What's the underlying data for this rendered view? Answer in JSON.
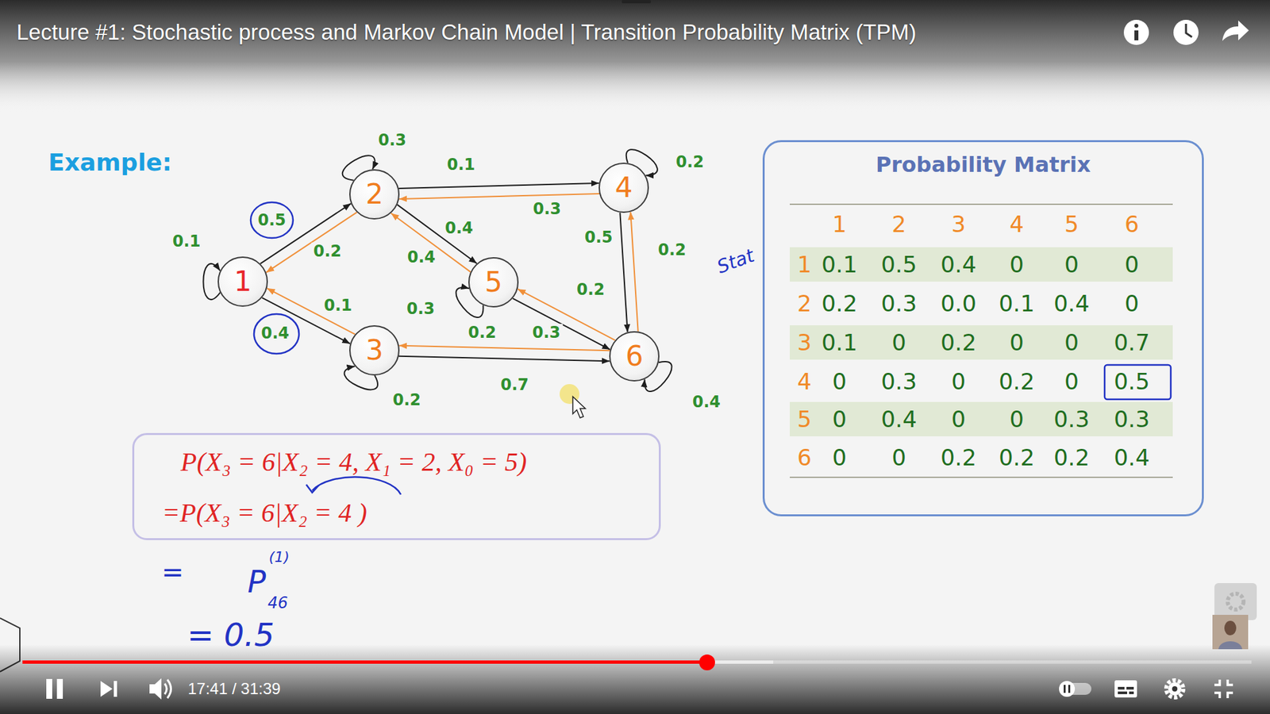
{
  "diagram": {
    "title": "Lecture #1: Stochastic process and Markov Chain Model | Transition Probability Matrix (TPM)",
    "nodes": [
      {
        "text": [
          "1"
        ]
      },
      {
        "text": [
          "2"
        ]
      },
      {
        "text": [
          "3"
        ]
      },
      {
        "text": [
          "4"
        ]
      },
      {
        "text": [
          "5"
        ]
      },
      {
        "text": [
          "6"
        ]
      },
      {
        "text": [
          "Probability Matrix"
        ]
      },
      {
        "text": [
          "P(X₃ = 6|X₂ = 4, X₁ = 2, X₀ = 5)",
          "=P(X₃ = 6|X₂ = 4 )"
        ]
      }
    ],
    "edges": [
      {
        "from": 0,
        "to": 0,
        "arrow": "to",
        "label": "0.1"
      },
      {
        "from": 0,
        "to": 1,
        "arrow": "to",
        "label": "0.5"
      },
      {
        "from": 1,
        "to": 0,
        "arrow": "to",
        "label": "0.2"
      },
      {
        "from": 0,
        "to": 2,
        "arrow": "to",
        "label": "0.4"
      },
      {
        "from": 2,
        "to": 0,
        "arrow": "to",
        "label": "0.1"
      },
      {
        "from": 1,
        "to": 1,
        "arrow": "to",
        "label": "0.3"
      },
      {
        "from": 1,
        "to": 3,
        "arrow": "to",
        "label": "0.1"
      },
      {
        "from": 3,
        "to": 1,
        "arrow": "to",
        "label": "0.3"
      },
      {
        "from": 1,
        "to": 4,
        "arrow": "to",
        "label": "0.4"
      },
      {
        "from": 4,
        "to": 1,
        "arrow": "to",
        "label": "0.4"
      },
      {
        "from": 4,
        "to": 4,
        "arrow": "to",
        "label": "0.3"
      },
      {
        "from": 4,
        "to": 5,
        "arrow": "to",
        "label": "0.3"
      },
      {
        "from": 5,
        "to": 4,
        "arrow": "to",
        "label": "0.2"
      },
      {
        "from": 3,
        "to": 3,
        "arrow": "to",
        "label": "0.2"
      },
      {
        "from": 3,
        "to": 5,
        "arrow": "to",
        "label": "0.5"
      },
      {
        "from": 5,
        "to": 3,
        "arrow": "to",
        "label": "0.2"
      },
      {
        "from": 2,
        "to": 2,
        "arrow": "to",
        "label": "0.2"
      },
      {
        "from": 2,
        "to": 5,
        "arrow": "to",
        "label": "0.7"
      },
      {
        "from": 5,
        "to": 2,
        "arrow": "to",
        "label": "0.2"
      },
      {
        "from": 5,
        "to": 5,
        "arrow": "to",
        "label": "0.4"
      }
    ],
    "labels": [
      "Example:",
      "Stat",
      "1",
      "2",
      "3",
      "4",
      "5",
      "6",
      "1",
      "0.1",
      "0.5",
      "0.4",
      "0",
      "0",
      "0",
      "2",
      "0.2",
      "0.3",
      "0.0",
      "0.1",
      "0.4",
      "0",
      "3",
      "0.1",
      "0",
      "0.2",
      "0",
      "0",
      "0.7",
      "4",
      "0",
      "0.3",
      "0",
      "0.2",
      "0",
      "0.5",
      "5",
      "0",
      "0.4",
      "0",
      "0",
      "0.3",
      "0.3",
      "6",
      "0",
      "0",
      "0.2",
      "0.2",
      "0.2",
      "0.4",
      "=",
      "P",
      "(1)",
      "46",
      "= 0.5",
      "17:41 / 31:39"
    ]
  }
}
